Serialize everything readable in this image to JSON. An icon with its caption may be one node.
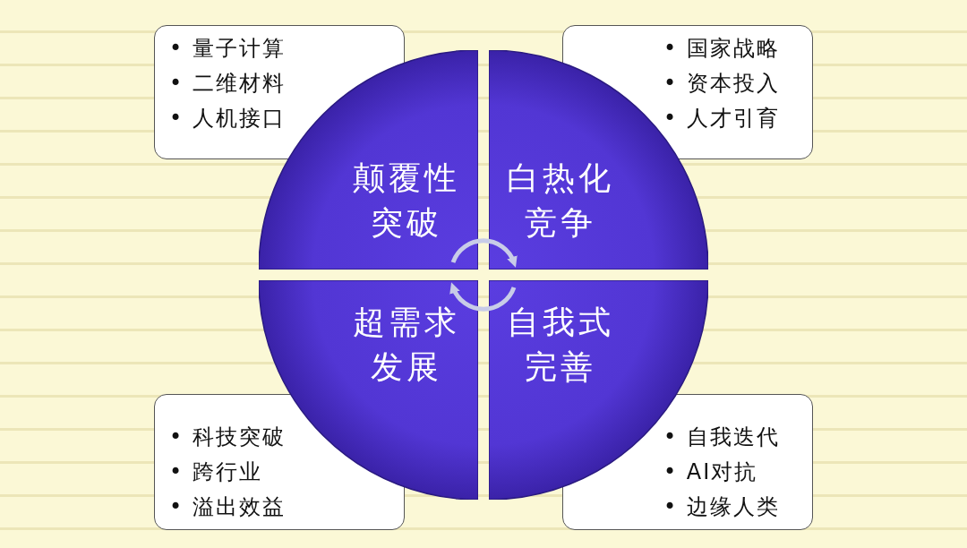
{
  "diagram": {
    "nodes": [
      {
        "text": [
          "• 量子计算",
          "• 二维材料",
          "• 人机接口"
        ]
      },
      {
        "text": [
          "• 国家战略",
          "• 资本投入",
          "• 人才引育"
        ]
      },
      {
        "text": [
          "颠覆性突破"
        ]
      },
      {
        "text": [
          "白热化竞争"
        ]
      },
      {
        "text": [
          "超需求发展"
        ]
      },
      {
        "text": [
          "自我式完善"
        ]
      },
      {
        "text": [
          "• 科技突破",
          "• 跨行业",
          "• 溢出效益"
        ]
      },
      {
        "text": [
          "• 自我迭代",
          "• AI对抗",
          "• 边缘人类"
        ]
      }
    ],
    "edges": [
      {
        "from": 2,
        "to": 3,
        "arrow": "to"
      },
      {
        "from": 5,
        "to": 4,
        "arrow": "to"
      }
    ]
  }
}
